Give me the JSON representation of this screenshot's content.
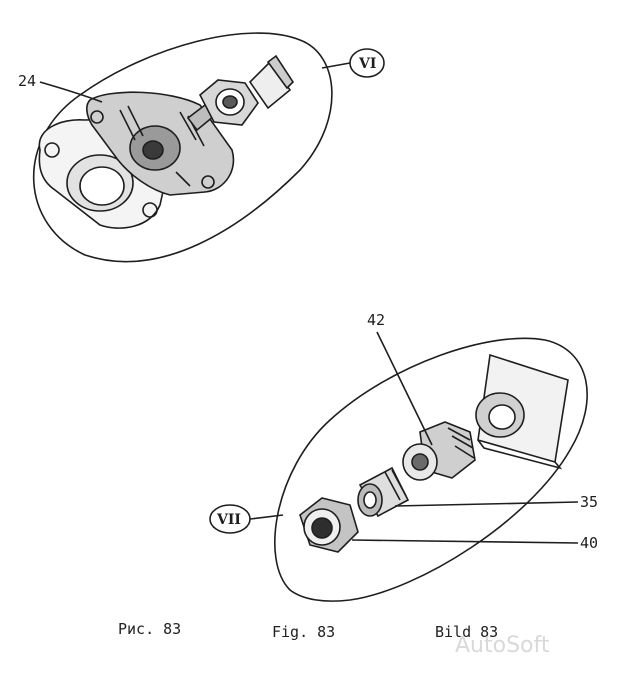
{
  "view_top": {
    "roman": "VI",
    "callouts": [
      "24"
    ]
  },
  "view_bottom": {
    "roman": "VII",
    "callouts": [
      "42",
      "35",
      "40"
    ]
  },
  "captions": [
    "Рис. 83",
    "Fig. 83",
    "Bild 83"
  ],
  "watermark": "AutoSoft"
}
